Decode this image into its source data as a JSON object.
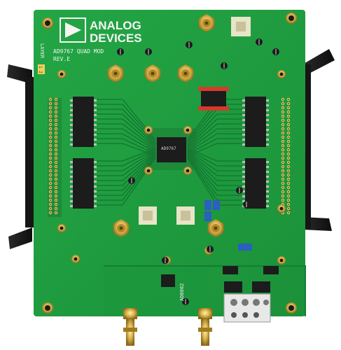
{
  "board": {
    "brand_line1": "ANALOG",
    "brand_line2": "DEVICES",
    "model": "AD9767  QUAD MOD",
    "revision": "REV.E",
    "layer_label": "LAYER",
    "layer_digits": "1 2",
    "part_mark": "AD8002",
    "dac_marking": "AD9767"
  },
  "colors": {
    "pcb": "#1f9e3f",
    "pcb_dark": "#18813a",
    "trace": "#127a30",
    "gold": "#c9a23a",
    "chip": "#1c1c1c",
    "silkscreen": "#f4f4f4",
    "blue_jumper": "#2b5fc0"
  },
  "icons": {
    "logo": "analog-devices-logo-icon",
    "connector": "sma-connector-icon",
    "chip": "dip-ic-icon"
  }
}
